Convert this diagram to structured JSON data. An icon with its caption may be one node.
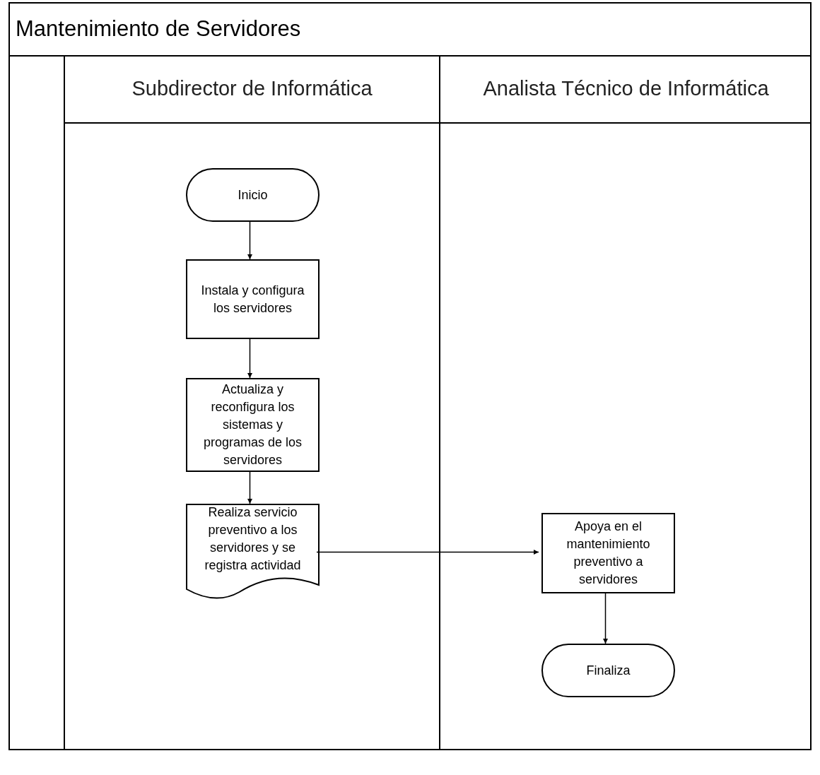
{
  "diagram": {
    "nodes": [
      {
        "text": [
          "Mantenimiento de Servidores"
        ]
      },
      {
        "text": [
          "Subdirector de Informática"
        ],
        "in": 0
      },
      {
        "text": [
          "Analista Técnico de Informática"
        ],
        "in": 0
      },
      {
        "text": [
          "Inicio"
        ],
        "in": 1
      },
      {
        "text": [
          "Instala y configura los servidores"
        ],
        "in": 1
      },
      {
        "text": [
          "Actualiza y reconfigura los sistemas y programas de los servidores"
        ],
        "in": 1
      },
      {
        "text": [
          "Realiza servicio preventivo a los servidores y se registra actividad"
        ],
        "in": 1
      },
      {
        "text": [
          "Apoya en el mantenimiento preventivo a servidores"
        ],
        "in": 2
      },
      {
        "text": [
          "Finaliza"
        ],
        "in": 2
      }
    ],
    "edges": [
      {
        "from": 3,
        "to": 4,
        "arrow": "to"
      },
      {
        "from": 4,
        "to": 5,
        "arrow": "to"
      },
      {
        "from": 5,
        "to": 6,
        "arrow": "to"
      },
      {
        "from": 6,
        "to": 7,
        "arrow": "to"
      },
      {
        "from": 7,
        "to": 8,
        "arrow": "to"
      }
    ]
  }
}
